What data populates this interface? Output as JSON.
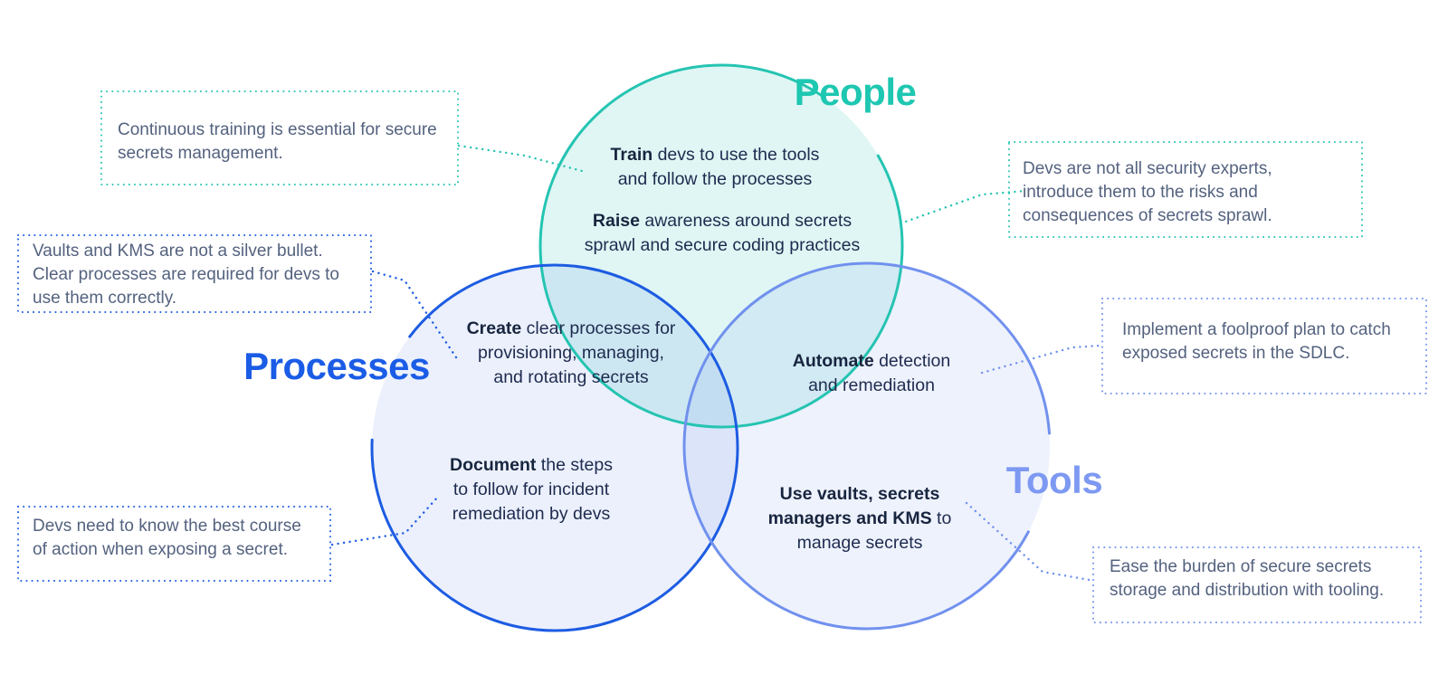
{
  "colors": {
    "teal": "#25c4b2",
    "blue": "#1d5ce2",
    "periwinkle": "#7191ee",
    "text_dark": "#1e2b4f",
    "text_muted": "#54627f",
    "background": "#ffffff"
  },
  "venn": {
    "people": {
      "title": "People",
      "notes": [
        {
          "bold": "Train",
          "rest": " devs to use the tools\nand follow the processes"
        },
        {
          "bold": "Raise",
          "rest": " awareness around secrets\nsprawl and secure coding practices"
        }
      ]
    },
    "processes": {
      "title": "Processes",
      "notes": [
        {
          "bold": "Create",
          "rest": " clear processes for\nprovisioning, managing,\nand rotating secrets"
        },
        {
          "bold": "Document",
          "rest": " the steps\nto follow for incident\nremediation by devs"
        }
      ]
    },
    "tools": {
      "title": "Tools",
      "notes": [
        {
          "bold": "Automate",
          "rest": " detection\nand remediation"
        },
        {
          "bold": "Use vaults, secrets\nmanagers and KMS",
          "rest": " to\nmanage secrets"
        }
      ]
    }
  },
  "callouts": {
    "training": {
      "text": "Continuous training is essential for secure\nsecrets management."
    },
    "risks": {
      "text": "Devs are not all security experts,\nintroduce them to the risks and\nconsequences of secrets sprawl."
    },
    "silver_bullet": {
      "text": "Vaults and KMS are not a silver bullet.\nClear processes are required for devs to\nuse them correctly."
    },
    "foolproof": {
      "text": "Implement a foolproof plan to catch\nexposed secrets in the SDLC."
    },
    "best_course": {
      "text": "Devs need to know the best course\nof action when exposing a secret."
    },
    "ease_burden": {
      "text": "Ease the burden of secure secrets\nstorage and distribution with tooling."
    }
  }
}
